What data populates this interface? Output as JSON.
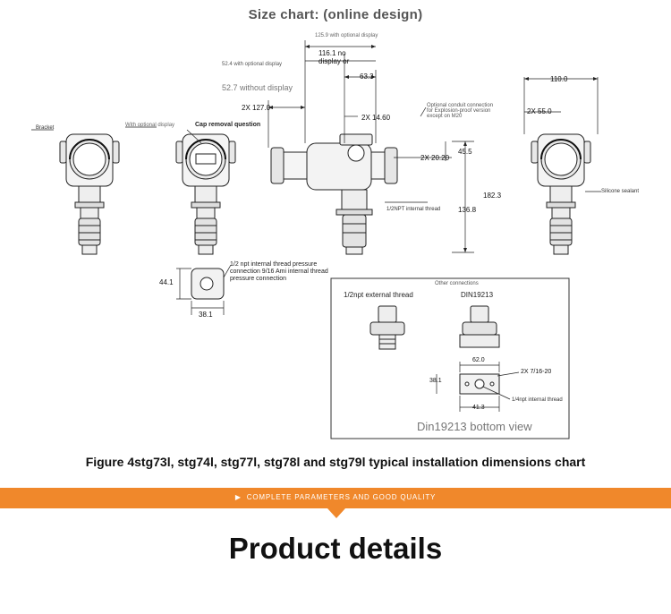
{
  "header": {
    "title": "Size chart: (online design)"
  },
  "front_view": {
    "label_left": "Bracket"
  },
  "second_view": {
    "label_top": "With optional display",
    "cap_label": "Cap removal question"
  },
  "side_view": {
    "dim_top": "125.9 with optional display",
    "dim_116": "116.1 no display or",
    "dim_63": "63.3",
    "dim_52a": "52.4 with optional display",
    "dim_52b": "52.7 without display",
    "dim_127": "2X 127.0",
    "dim_1460": "2X 14.60",
    "conduit_note": "Optional conduit connection for Explosion-proof version except on M20",
    "dim_2020": "2X 20.20",
    "dim_455": "45.5",
    "dim_1823": "182.3",
    "dim_1368": "136.8",
    "internal_label": "1/2NPT internal thread"
  },
  "right_view": {
    "dim_110": "110.0",
    "dim_55": "2X 55.0",
    "label": "Silicone sealant"
  },
  "flange_detail": {
    "dim_441": "44.1",
    "dim_381": "38.1",
    "note": "1/2 npt internal thread pressure connection 9/16 Ami internal thread pressure connection"
  },
  "other_connections": {
    "box_title": "Other connections",
    "label_left": "1/2npt external thread",
    "label_right": "DIN19213",
    "dim_620": "62.0",
    "dim_716": "2X 7/16-20",
    "dim_381": "38.1",
    "dim_413": "41.3",
    "thread_label": "1/4npt internal thread",
    "bottom_view": "Din19213 bottom view"
  },
  "figure_caption": "Figure 4stg73l, stg74l, stg77l, stg78l and stg79l typical installation dimensions chart",
  "banner": {
    "text": "COMPLETE PARAMETERS AND GOOD QUALITY",
    "color": "#f0882b"
  },
  "section_title": "Product details"
}
